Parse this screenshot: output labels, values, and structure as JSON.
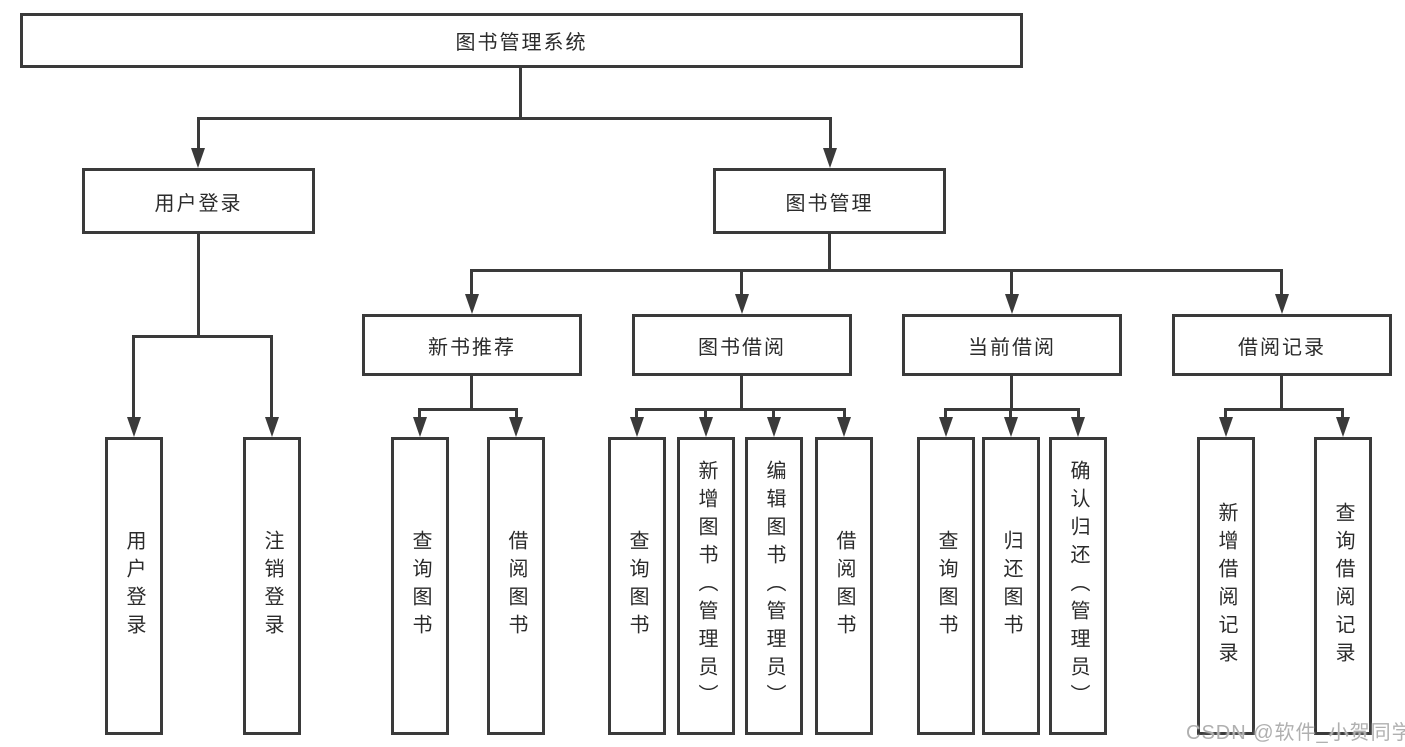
{
  "tree": {
    "root": {
      "label": "图书管理系统",
      "children": [
        {
          "label": "用户登录",
          "children": [
            {
              "label": "用户登录"
            },
            {
              "label": "注销登录"
            }
          ]
        },
        {
          "label": "图书管理",
          "children": [
            {
              "label": "新书推荐",
              "children": [
                {
                  "label": "查询图书"
                },
                {
                  "label": "借阅图书"
                }
              ]
            },
            {
              "label": "图书借阅",
              "children": [
                {
                  "label": "查询图书"
                },
                {
                  "label": "新增图书（管理员）"
                },
                {
                  "label": "编辑图书（管理员）"
                },
                {
                  "label": "借阅图书"
                }
              ]
            },
            {
              "label": "当前借阅",
              "children": [
                {
                  "label": "查询图书"
                },
                {
                  "label": "归还图书"
                },
                {
                  "label": "确认归还（管理员）"
                }
              ]
            },
            {
              "label": "借阅记录",
              "children": [
                {
                  "label": "新增借阅记录"
                },
                {
                  "label": "查询借阅记录"
                }
              ]
            }
          ]
        }
      ]
    }
  },
  "watermark": {
    "text": "CSDN @软件_小贺同学"
  },
  "colors": {
    "line": "#3a3a3a",
    "text": "#2b2b2b",
    "watermark": "#b0b0b0",
    "background": "#ffffff"
  }
}
